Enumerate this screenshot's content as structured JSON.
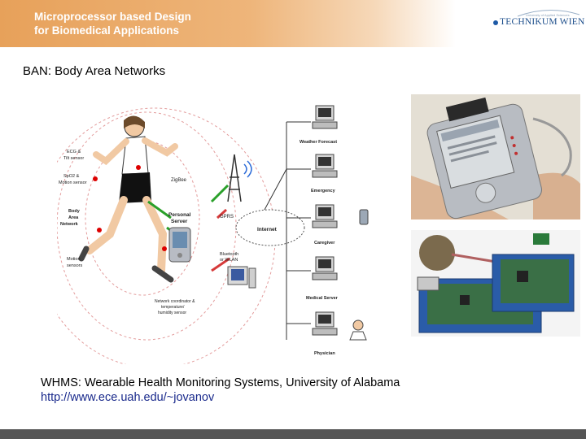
{
  "header": {
    "course_title_line1": "Microprocessor based Design",
    "course_title_line2": "for Biomedical Applications",
    "logo_text": "TECHNIKUM WIEN",
    "logo_tagline": "University of Applied Sciences",
    "band_color": "#e7a15a",
    "logo_color": "#1e4f8c"
  },
  "slide": {
    "title": "BAN: Body Area Networks"
  },
  "diagram": {
    "body_labels": {
      "ecg": "ECG &",
      "tilt": "Tilt sensor",
      "spo2": "SpO2 &",
      "motion": "Motion sensor",
      "ban1": "Body",
      "ban2": "Area",
      "ban3": "Network",
      "motion_sensors1": "Motion",
      "motion_sensors2": "sensors"
    },
    "zigbee": "ZigBee",
    "personal_server1": "Personal",
    "personal_server2": "Server",
    "gprs": "GPRS",
    "internet": "Internet",
    "bluetooth1": "Bluetooth",
    "bluetooth2": "or WLAN",
    "coordinator1": "Network coordinator &",
    "coordinator2": "temperature/",
    "coordinator3": "humidity sensor",
    "nodes": [
      "Weather Forecast",
      "Emergency",
      "Caregiver",
      "Medical Server",
      "Physician"
    ]
  },
  "caption": {
    "line1": "WHMS: Wearable Health Monitoring Systems, University of Alabama",
    "link": "http://www.ece.uah.edu/~jovanov"
  },
  "footer": {
    "bar_color": "#555555"
  }
}
